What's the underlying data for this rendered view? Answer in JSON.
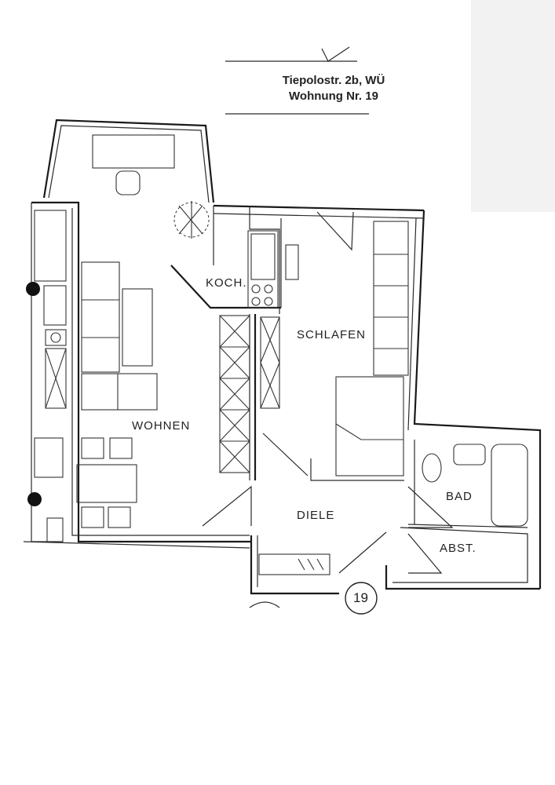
{
  "header": {
    "address_line1": "Tiepolostr. 2b, WÜ",
    "address_line2": "Wohnung Nr. 19"
  },
  "rooms": {
    "kitchen": "KOCH.",
    "bedroom": "SCHLAFEN",
    "living": "WOHNEN",
    "hall": "DIELE",
    "bath": "BAD",
    "storage": "ABST."
  },
  "unit_number": "19"
}
